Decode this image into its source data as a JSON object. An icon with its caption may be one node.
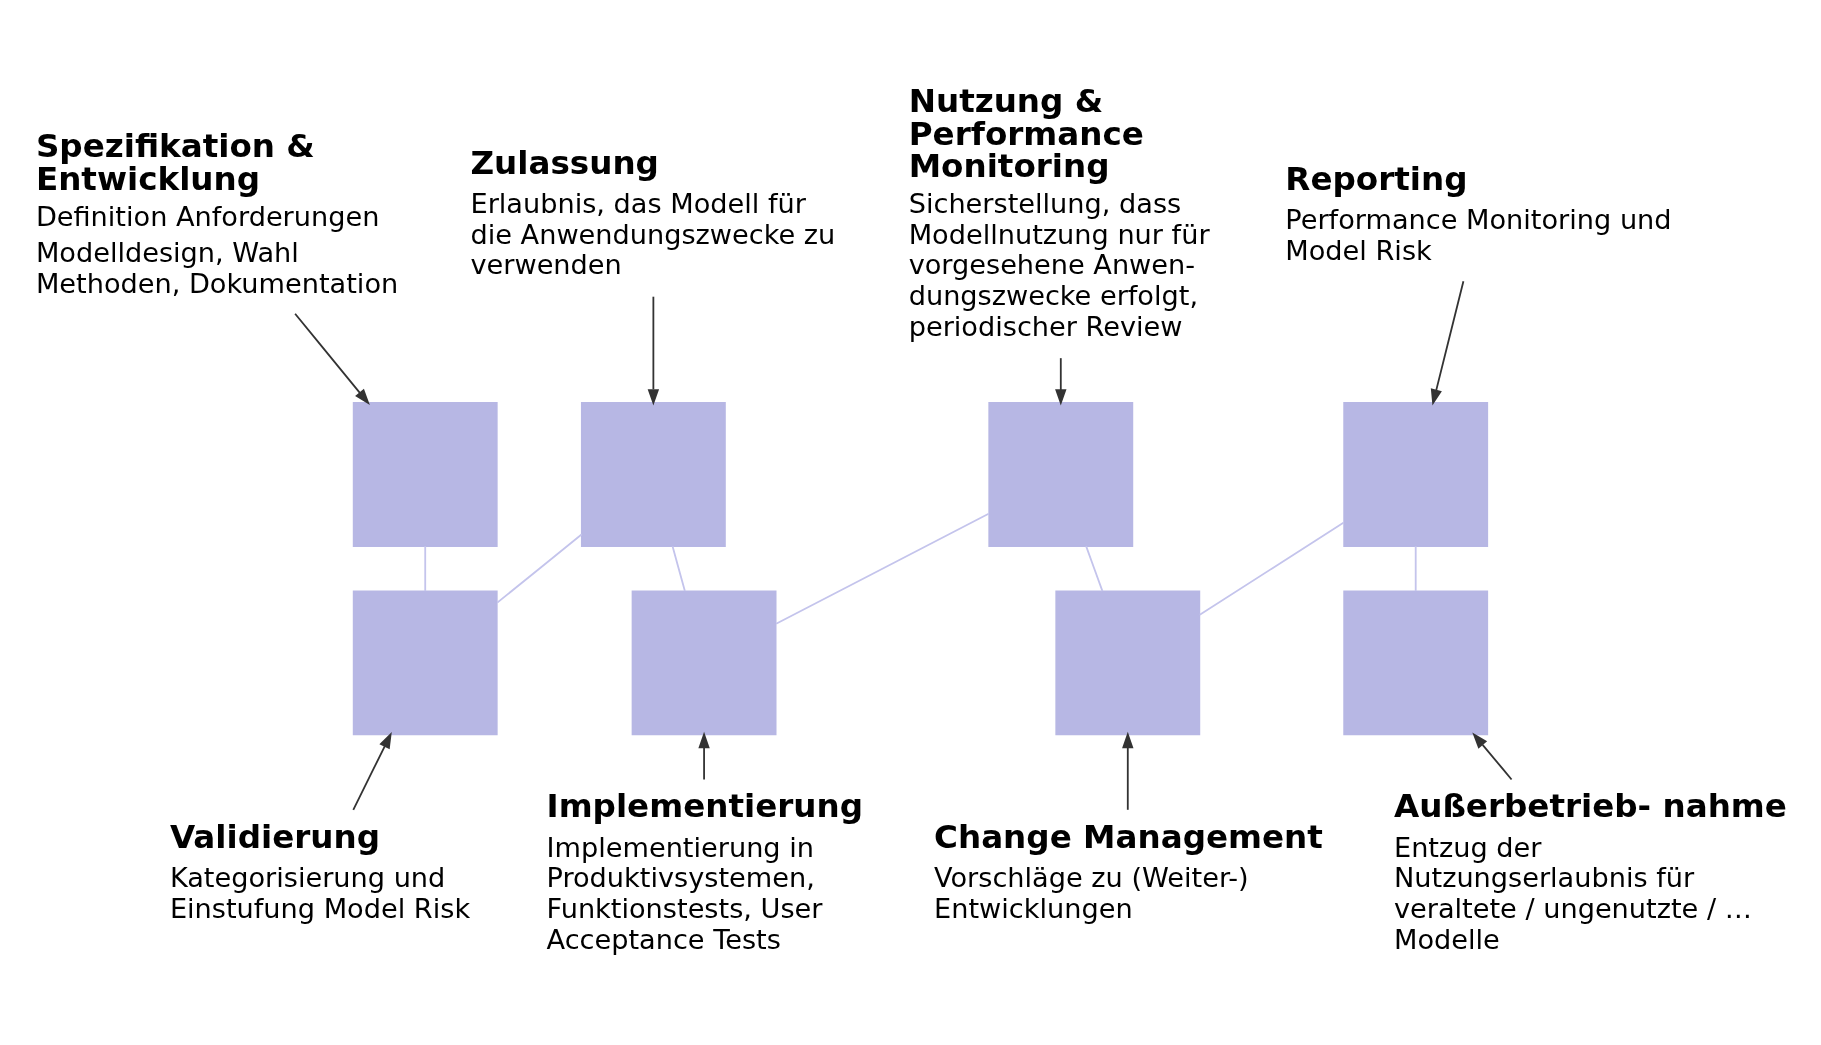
{
  "diagram": {
    "nodes": [
      {
        "text": [
          "Spezifikation & Entwicklung",
          "Definition Anforderungen",
          "Modelldesign, Wahl Methoden, Dokumentation"
        ]
      },
      {
        "text": [],
        "shape": "box"
      },
      {
        "text": [
          "Validierung",
          "Kategorisierung und Einstufung Model Risk"
        ]
      },
      {
        "text": [],
        "shape": "box"
      },
      {
        "text": [
          "Zulassung",
          "Erlaubnis, das Modell für die Anwendungszwecke zu verwenden"
        ]
      },
      {
        "text": [],
        "shape": "box"
      },
      {
        "text": [
          "Implementierung",
          "Implementierung in Produktivsystemen, Funktionstests, User Acceptance Tests"
        ]
      },
      {
        "text": [],
        "shape": "box"
      },
      {
        "text": [
          "Nutzung & Performance Monitoring",
          "Sicherstellung, dass Modellnutzung nur für vorgesehene Anwen- dungszwecke erfolgt, periodischer Review"
        ]
      },
      {
        "text": [],
        "shape": "box"
      },
      {
        "text": [
          "Change Management",
          "Vorschläge zu (Weiter-) Entwicklungen"
        ]
      },
      {
        "text": [],
        "shape": "box"
      },
      {
        "text": [
          "Reporting",
          "Performance Monitoring und Model Risk"
        ]
      },
      {
        "text": [],
        "shape": "box"
      },
      {
        "text": [
          "Außerbetrieb- nahme",
          "Entzug der Nutzungserlaubnis für veraltete / ungenutzte / … Modelle"
        ]
      },
      {
        "text": [],
        "shape": "box"
      }
    ],
    "edges": [
      {
        "from": 1,
        "to": 3,
        "arrow": "none",
        "color": "#c4c4ec"
      },
      {
        "from": 3,
        "to": 5,
        "arrow": "none",
        "color": "#c4c4ec"
      },
      {
        "from": 5,
        "to": 7,
        "arrow": "none",
        "color": "#c4c4ec"
      },
      {
        "from": 7,
        "to": 9,
        "arrow": "none",
        "color": "#c4c4ec"
      },
      {
        "from": 9,
        "to": 11,
        "arrow": "none",
        "color": "#c4c4ec"
      },
      {
        "from": 11,
        "to": 13,
        "arrow": "none",
        "color": "#c4c4ec"
      },
      {
        "from": 13,
        "to": 15,
        "arrow": "none",
        "color": "#c4c4ec"
      },
      {
        "from": 0,
        "to": 1,
        "arrow": "to"
      },
      {
        "from": 2,
        "to": 3,
        "arrow": "to"
      },
      {
        "from": 4,
        "to": 5,
        "arrow": "to"
      },
      {
        "from": 6,
        "to": 7,
        "arrow": "to"
      },
      {
        "from": 8,
        "to": 9,
        "arrow": "to"
      },
      {
        "from": 10,
        "to": 11,
        "arrow": "to"
      },
      {
        "from": 12,
        "to": 13,
        "arrow": "to"
      },
      {
        "from": 14,
        "to": 15,
        "arrow": "to"
      }
    ]
  }
}
